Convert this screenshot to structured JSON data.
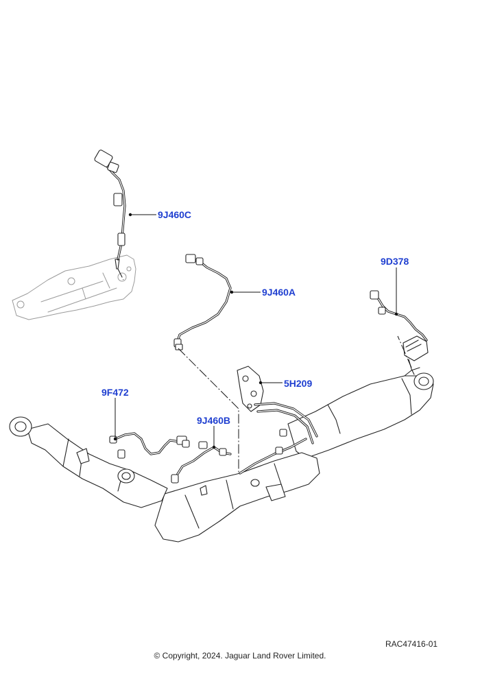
{
  "labels": {
    "sensor_upper": "9J460C",
    "sensor_a": "9J460A",
    "sensor_right": "9D378",
    "bracket": "5H209",
    "sensor_left": "9F472",
    "sensor_b": "9J460B"
  },
  "footer": {
    "reference": "RAC47416-01",
    "copyright": "© Copyright, 2024. Jaguar Land Rover Limited."
  }
}
